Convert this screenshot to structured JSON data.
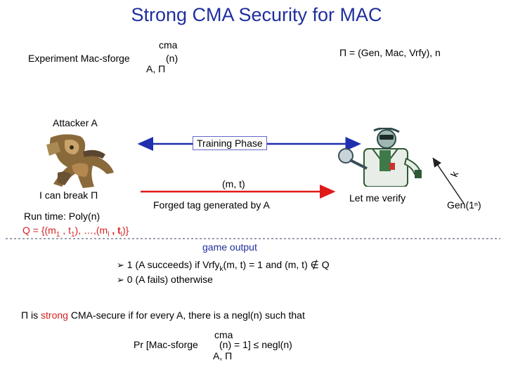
{
  "title": "Strong CMA Security for MAC",
  "experiment": {
    "label": "Experiment Mac-sforge",
    "superscript": "cma",
    "subscript": "A, Π",
    "arg": "(n)"
  },
  "pi_def": "Π = (Gen, Mac, Vrfy),  n",
  "attacker_label": "Attacker A",
  "training_phase": "Training Phase",
  "k_label": "k",
  "mt_label": "(m, t)",
  "i_can_break": "I can break Π",
  "forged_tag": "Forged tag generated by A",
  "let_me_verify": "Let me verify",
  "gen": "Gen(1ⁿ)",
  "run_time": "Run time: Poly(n)",
  "q_set": {
    "prefix": "Q = {(m",
    "s1": "1",
    "mid1": " , t",
    "s2": "1",
    "mid2": "), …,(m",
    "s3": "l",
    "mid3": " , t",
    "s4": "l",
    "suffix": ")}"
  },
  "game_output": "game output",
  "outcomes": [
    {
      "prefix": "1 (A succeeds) if Vrfy",
      "sub": "k",
      "suffix": "(m, t) = 1 and (m, t) ∉ Q"
    },
    {
      "prefix": "0 (A fails) otherwise",
      "sub": "",
      "suffix": ""
    }
  ],
  "definition": {
    "pi": "Π",
    "is": " is ",
    "strong": "strong",
    "rest": " CMA-secure if for every A, there is a negl(n) such that"
  },
  "prob": {
    "prefix": "Pr [Mac-sforge",
    "superscript": "cma",
    "subscript": "A, Π",
    "suffix": "(n) = 1] ≤ negl(n)"
  },
  "colors": {
    "title": "#1f2f9e",
    "training_arrow": "#1f2fb0",
    "forge_arrow": "#e01a1a",
    "dashed": "#9aa0ad",
    "red_text": "#d62222",
    "green_text": "#2ca02c"
  },
  "icons": [
    "warrior-image",
    "scientist-image"
  ]
}
